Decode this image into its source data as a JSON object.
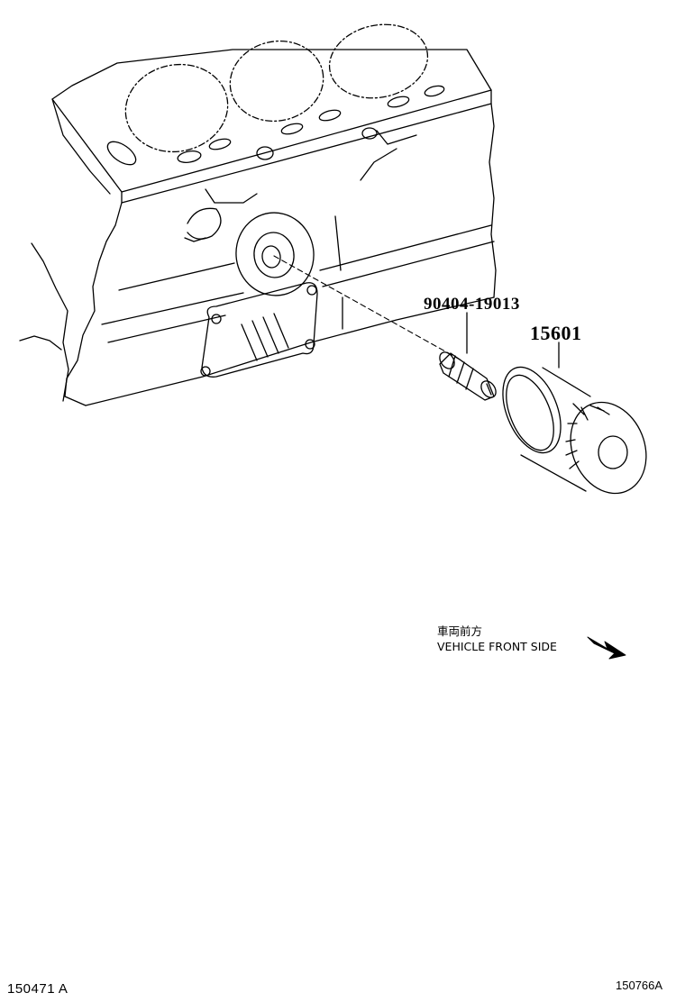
{
  "callouts": {
    "drain_part": "90404-19013",
    "oil_filter": "15601"
  },
  "front_note": {
    "japanese": "車両前方",
    "english": "VEHICLE FRONT SIDE"
  },
  "codes": {
    "left": "150471 A",
    "right": "150766A"
  },
  "icons": {
    "direction": "arrow-down-right-icon"
  },
  "colors": {
    "line": "#000000",
    "background": "#ffffff"
  }
}
